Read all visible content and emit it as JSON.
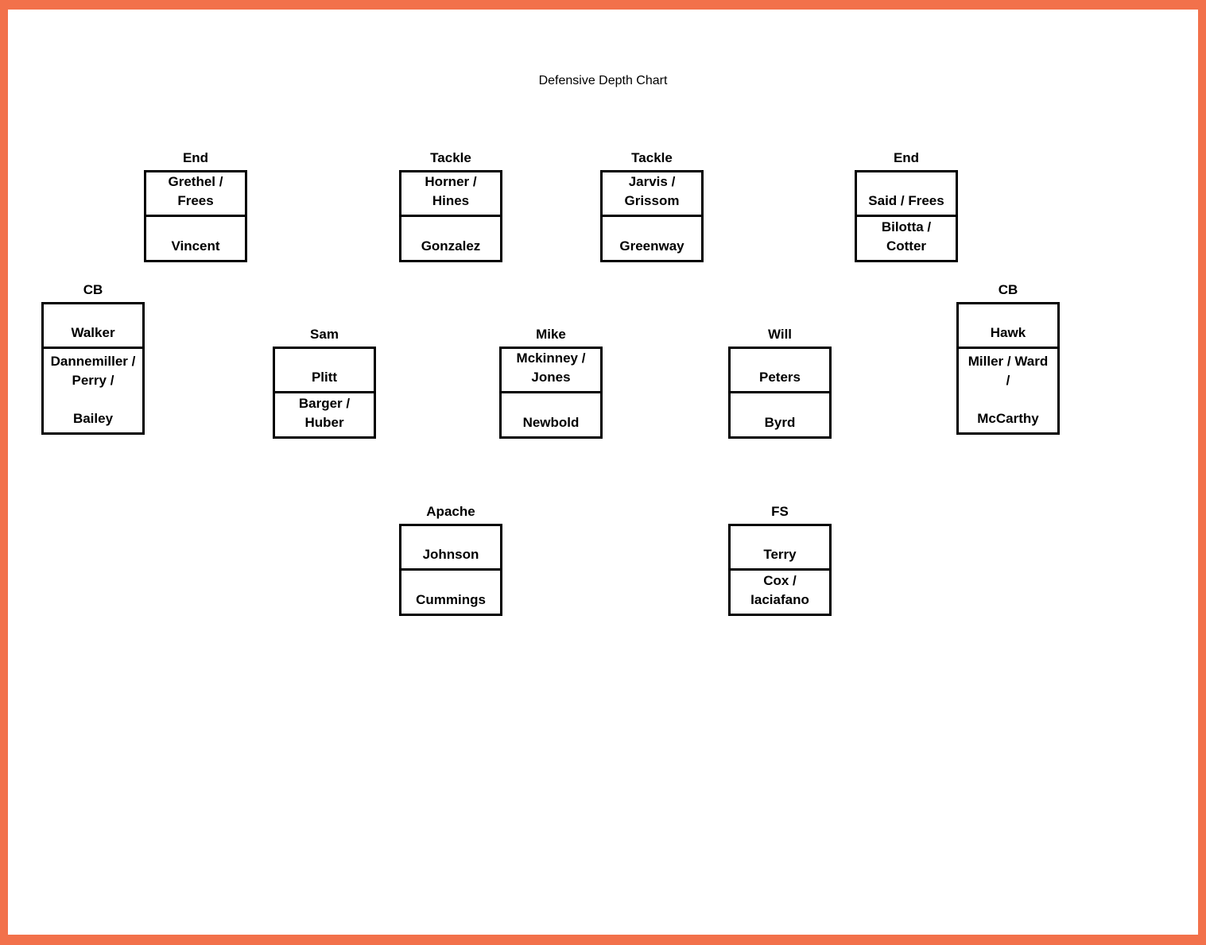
{
  "title": "Defensive Depth Chart",
  "colors": {
    "frame": "#F2714B",
    "box_border": "#000000"
  },
  "units": [
    {
      "label": "End",
      "starter": "Grethel /\nFrees",
      "backup": "Vincent"
    },
    {
      "label": "Tackle",
      "starter": "Horner /\nHines",
      "backup": "Gonzalez"
    },
    {
      "label": "Tackle",
      "starter": "Jarvis /\nGrissom",
      "backup": "Greenway"
    },
    {
      "label": "End",
      "starter": "Said / Frees",
      "backup": "Bilotta /\nCotter"
    },
    {
      "label": "CB",
      "starter": "Walker",
      "backup": "Dannemiller /\nPerry /\n\nBailey"
    },
    {
      "label": "Sam",
      "starter": "Plitt",
      "backup": "Barger /\nHuber"
    },
    {
      "label": "Mike",
      "starter": "Mckinney /\nJones",
      "backup": "Newbold"
    },
    {
      "label": "Will",
      "starter": "Peters",
      "backup": "Byrd"
    },
    {
      "label": "CB",
      "starter": "Hawk",
      "backup": "Miller / Ward\n/\n\nMcCarthy"
    },
    {
      "label": "Apache",
      "starter": "Johnson",
      "backup": "Cummings"
    },
    {
      "label": "FS",
      "starter": "Terry",
      "backup": "Cox /\nIaciafano"
    }
  ]
}
